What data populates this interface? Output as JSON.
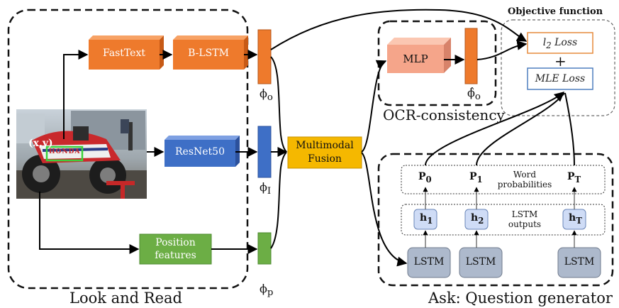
{
  "regions": {
    "look_and_read": "Look and Read",
    "ask_prefix": "Ask:",
    "ask_rest": " Question generator",
    "ocr_consistency": "OCR-consistency",
    "objective_function": "Objective function"
  },
  "image": {
    "coord_label": "(x,y)",
    "plate_text": "HONDA"
  },
  "modules": {
    "fasttext": "FastText",
    "blstm": "B-LSTM",
    "resnet": "ResNet50",
    "position_line1": "Position",
    "position_line2": "features",
    "fusion_line1": "Multimodal",
    "fusion_line2": "Fusion",
    "mlp": "MLP"
  },
  "features": {
    "phi_o": "ϕ",
    "phi_o_sub": "o",
    "phi_i": "ϕ",
    "phi_i_sub": "I",
    "phi_p": "ϕ",
    "phi_p_sub": "p",
    "phi_o_hat": "ϕ̂",
    "phi_o_hat_sub": "o"
  },
  "losses": {
    "l2_base": "l",
    "l2_sub": "2",
    "l2_rest": " Loss",
    "plus": "+",
    "mle": "MLE Loss"
  },
  "generator": {
    "probs": [
      {
        "base": "P",
        "sub": "0"
      },
      {
        "base": "P",
        "sub": "1"
      },
      {
        "base": "P",
        "sub": "T"
      }
    ],
    "word_prob_line1": "Word",
    "word_prob_line2": "probabilities",
    "hidden": [
      {
        "base": "h",
        "sub": "1"
      },
      {
        "base": "h",
        "sub": "2"
      },
      {
        "base": "h",
        "sub": "T"
      }
    ],
    "lstm_out_line1": "LSTM",
    "lstm_out_line2": "outputs",
    "lstm_cells": [
      "LSTM",
      "LSTM",
      "LSTM"
    ]
  },
  "colors": {
    "orange": "#ee7a2c",
    "blue": "#3e6fc6",
    "green": "#6cae45",
    "yellow": "#f5b800",
    "salmon": "#f5a58a",
    "lstm_grey": "#adb9cc",
    "hidden_blue": "#cfdcf6",
    "loss_orange": "#e68a3c",
    "loss_blue": "#4f7fbf"
  }
}
